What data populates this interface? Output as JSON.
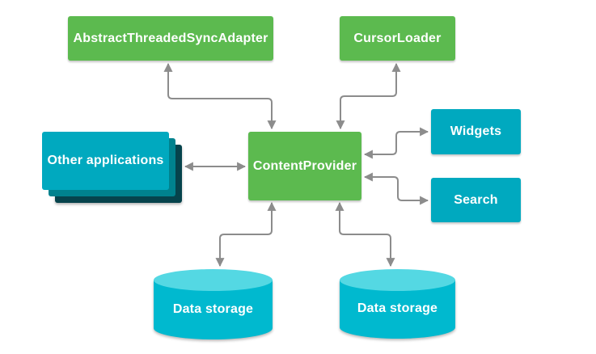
{
  "diagram": {
    "nodes": {
      "sync_adapter": {
        "label": "AbstractThreadedSyncAdapter",
        "style": "green"
      },
      "cursor_loader": {
        "label": "CursorLoader",
        "style": "green"
      },
      "content_provider": {
        "label": "ContentProvider",
        "style": "green"
      },
      "other_applications": {
        "label": "Other applications",
        "style": "cyan-stack"
      },
      "widgets": {
        "label": "Widgets",
        "style": "cyan"
      },
      "search": {
        "label": "Search",
        "style": "cyan"
      },
      "data_storage_left": {
        "label": "Data storage",
        "style": "cylinder"
      },
      "data_storage_right": {
        "label": "Data storage",
        "style": "cylinder"
      }
    },
    "connectors": [
      {
        "from": "sync_adapter",
        "to": "content_provider",
        "direction": "bidirectional"
      },
      {
        "from": "cursor_loader",
        "to": "content_provider",
        "direction": "bidirectional"
      },
      {
        "from": "other_applications",
        "to": "content_provider",
        "direction": "bidirectional"
      },
      {
        "from": "content_provider",
        "to": "widgets",
        "direction": "bidirectional"
      },
      {
        "from": "content_provider",
        "to": "search",
        "direction": "bidirectional"
      },
      {
        "from": "content_provider",
        "to": "data_storage_left",
        "direction": "bidirectional"
      },
      {
        "from": "content_provider",
        "to": "data_storage_right",
        "direction": "bidirectional"
      }
    ],
    "colors": {
      "green": "#5CBA4F",
      "cyan": "#00A9BF",
      "stack_mid": "#00828E",
      "stack_dark": "#06434C",
      "cyl_body": "#00B9CF",
      "cyl_top": "#54D8E3",
      "arrow": "#8C8C8C",
      "text": "#FFFFFF",
      "bg": "#FFFFFF"
    }
  }
}
